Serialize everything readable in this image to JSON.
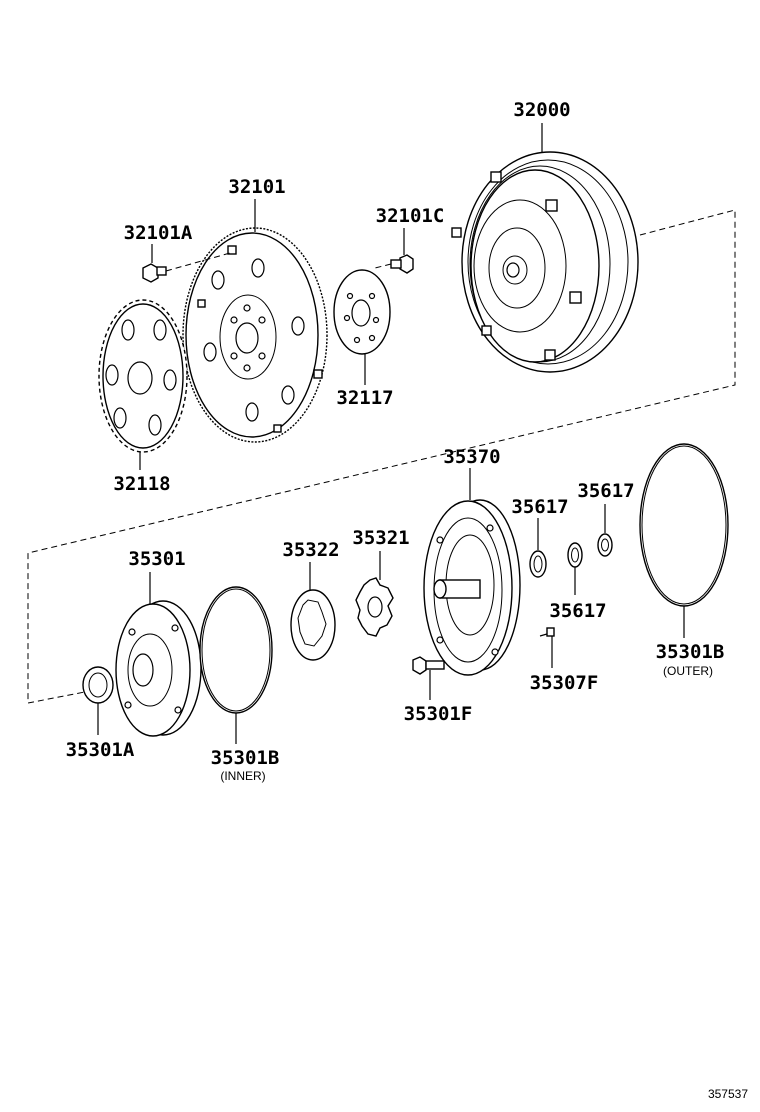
{
  "parts": {
    "p32000": "32000",
    "p32101": "32101",
    "p32101A": "32101A",
    "p32101C": "32101C",
    "p32117": "32117",
    "p32118": "32118",
    "p35370": "35370",
    "p35617_a": "35617",
    "p35617_b": "35617",
    "p35617_c": "35617",
    "p35301": "35301",
    "p35322": "35322",
    "p35321": "35321",
    "p35301A": "35301A",
    "p35301B_inner": "35301B",
    "p35301B_outer": "35301B",
    "p35301F": "35301F",
    "p35307F": "35307F"
  },
  "sublabels": {
    "inner": "(INNER)",
    "outer": "(OUTER)"
  },
  "diagram_ref": "357537"
}
